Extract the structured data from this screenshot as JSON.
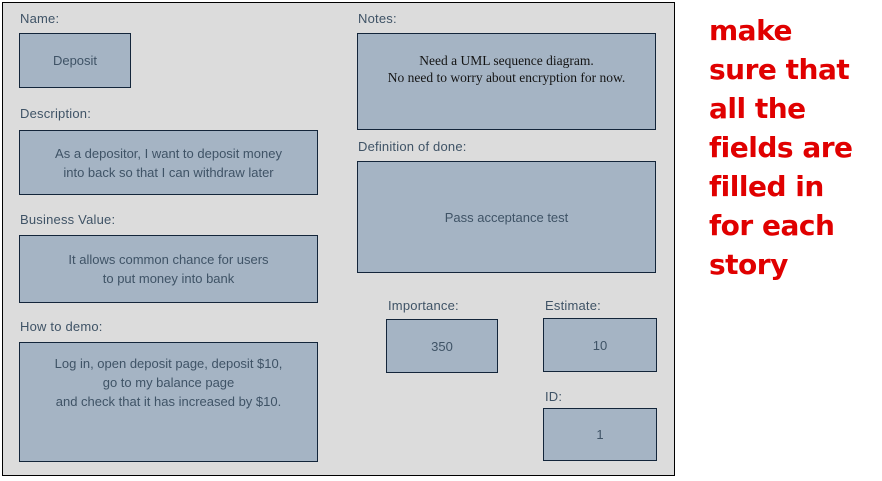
{
  "card": {
    "background_color": "#dcdcdc",
    "field_fill_color": "#a5b4c4",
    "field_border_color": "#13253a",
    "label_color": "#3f5366",
    "fields": {
      "name": {
        "label": "Name:",
        "value": "Deposit"
      },
      "description": {
        "label": "Description:",
        "value": "As a depositor, I want to deposit money\ninto back so that I can withdraw later"
      },
      "business_value": {
        "label": "Business Value:",
        "value": "It allows common chance for users\nto put money into bank"
      },
      "how_to_demo": {
        "label": "How to demo:",
        "value": "Log in, open deposit page, deposit $10,\ngo to my balance page\nand check that it has increased by $10."
      },
      "notes": {
        "label": "Notes:",
        "value": "Need a UML sequence diagram.\nNo need to worry about encryption for now."
      },
      "definition_of_done": {
        "label": "Definition of done:",
        "value": "Pass acceptance test"
      },
      "importance": {
        "label": "Importance:",
        "value": "350"
      },
      "estimate": {
        "label": "Estimate:",
        "value": "10"
      },
      "id": {
        "label": "ID:",
        "value": "1"
      }
    }
  },
  "annotation": {
    "text": "make\nsure that\nall the\nfields are\nfilled in\nfor each\nstory",
    "color": "#e00000"
  }
}
